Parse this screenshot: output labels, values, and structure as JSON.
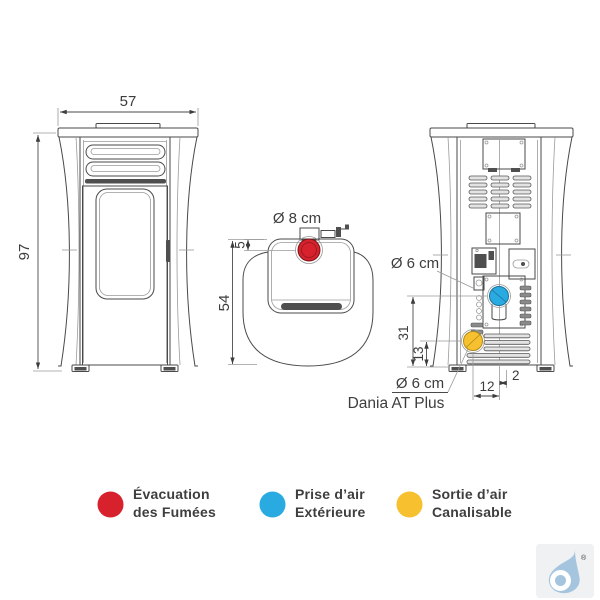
{
  "diagram": {
    "front_view": {
      "width_cm": "57",
      "height_cm": "97"
    },
    "top_view": {
      "flue_diameter": "Ø 8 cm",
      "flue_offset_cm": "5",
      "depth_cm": "54"
    },
    "rear_view": {
      "air_inlet_diameter": "Ø 6 cm",
      "duct_outlet_diameter": "Ø 6 cm",
      "air_inlet_height_cm": "31",
      "duct_outlet_height_cm": "13",
      "rear_offset_cm": "2",
      "outlet_spacing_cm": "12",
      "model_label": "Dania AT Plus"
    }
  },
  "legend": {
    "items": [
      {
        "line1": "Évacuation",
        "line2": "des Fumées",
        "color": "#d7222d"
      },
      {
        "line1": "Prise d’air",
        "line2": "Extérieure",
        "color": "#29abe2"
      },
      {
        "line1": "Sortie d’air",
        "line2": "Canalisable",
        "color": "#f6c02f"
      }
    ]
  },
  "colors": {
    "flue_outlet": "#d7222d",
    "air_inlet": "#29abe2",
    "duct_outlet": "#f6c02f",
    "logo_blue": "#a5c4de"
  }
}
